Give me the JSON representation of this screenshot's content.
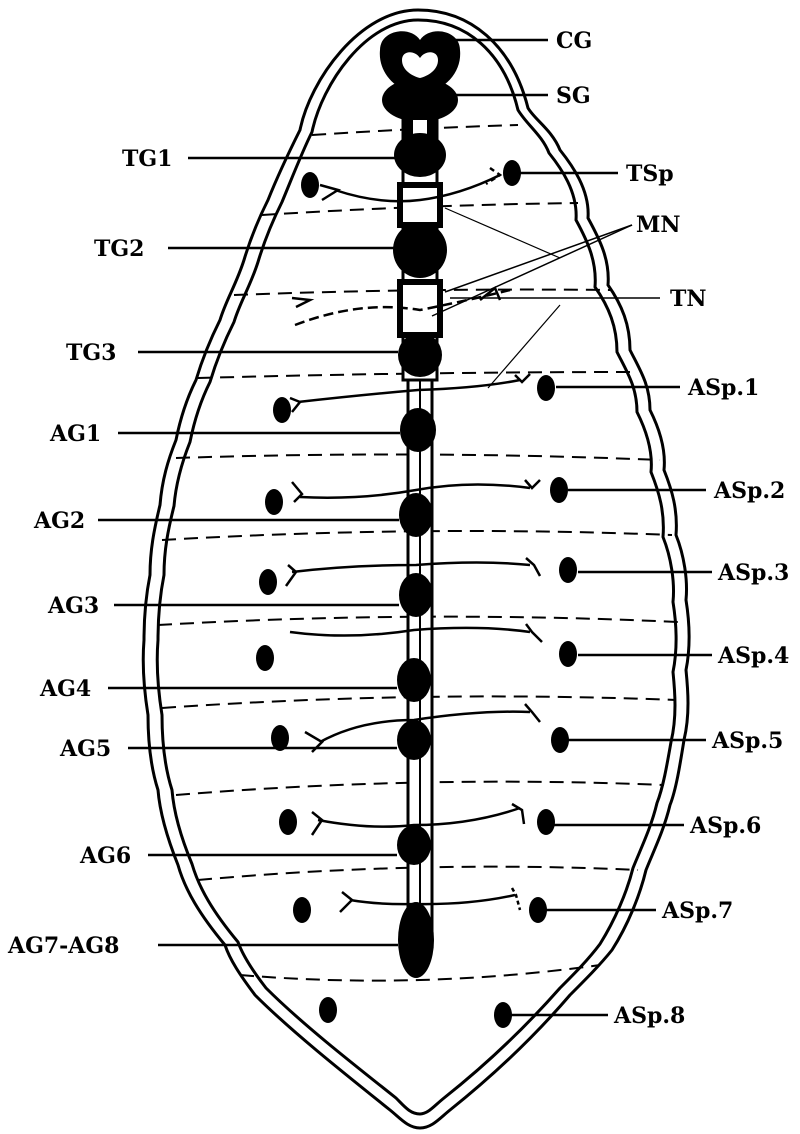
{
  "figure": {
    "labels": {
      "cg": "CG",
      "sg": "SG",
      "tg1": "TG1",
      "tg2": "TG2",
      "tg3": "TG3",
      "tsp": "TSp",
      "mn": "MN",
      "tn": "TN",
      "ag1": "AG1",
      "ag2": "AG2",
      "ag3": "AG3",
      "ag4": "AG4",
      "ag5": "AG5",
      "ag6": "AG6",
      "ag78": "AG7-AG8",
      "asp1": "ASp.1",
      "asp2": "ASp.2",
      "asp3": "ASp.3",
      "asp4": "ASp.4",
      "asp5": "ASp.5",
      "asp6": "ASp.6",
      "asp7": "ASp.7",
      "asp8": "ASp.8"
    },
    "colors": {
      "ink": "#000000",
      "paper": "#ffffff"
    }
  }
}
